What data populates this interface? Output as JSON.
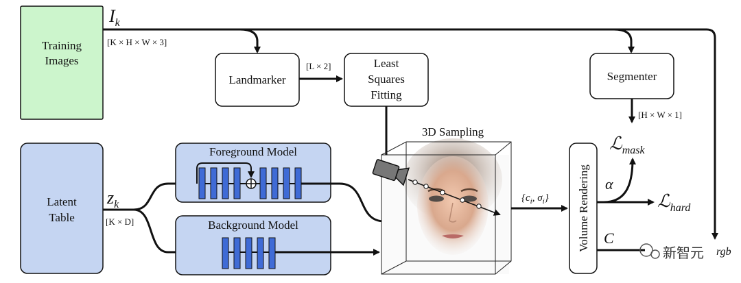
{
  "boxes": {
    "training_images": [
      "Training",
      "Images"
    ],
    "landmarker": "Landmarker",
    "least_squares": [
      "Least",
      "Squares",
      "Fitting"
    ],
    "segmenter": "Segmenter",
    "latent_table": [
      "Latent",
      "Table"
    ],
    "foreground_model": "Foreground Model",
    "background_model": "Background Model",
    "volume_rendering": "Volume Rendering"
  },
  "labels": {
    "sampling": "3D Sampling",
    "image_symbol": "I",
    "image_sub": "k",
    "image_dims": "[K × H × W × 3]",
    "landmark_dims": "[L × 2]",
    "mask_dims": "[H × W × 1]",
    "latent_symbol": "z",
    "latent_sub": "k",
    "latent_dims": "[K × D]",
    "sample_values": "{c",
    "sample_sub1": "i",
    "sample_mid": ", σ",
    "sample_sub2": "i",
    "sample_end": "}",
    "alpha": "α",
    "color": "C",
    "loss_symbol": "ℒ",
    "loss_mask": "mask",
    "loss_hard": "hard",
    "loss_rgb": "rgb",
    "watermark": "新智元"
  },
  "colors": {
    "green_box": "#ccf5cc",
    "blue_box": "#c5d5f2",
    "block": "#3f6bd6",
    "stroke": "#111111"
  }
}
